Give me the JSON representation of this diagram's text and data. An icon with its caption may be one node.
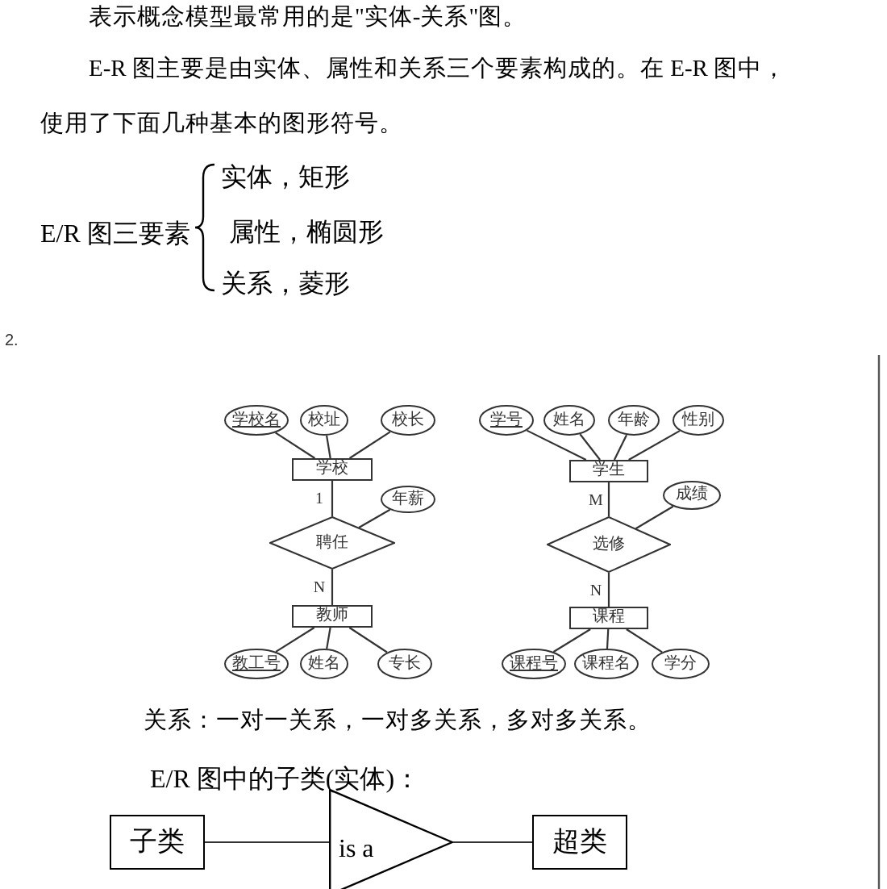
{
  "diagram": {
    "nodes": [
      {
        "text": [
          "学校名"
        ]
      },
      {
        "text": [
          "校址"
        ]
      },
      {
        "text": [
          "校长"
        ]
      },
      {
        "text": [
          "学校"
        ]
      },
      {
        "text": [
          "年薪"
        ]
      },
      {
        "text": [
          "聘任"
        ]
      },
      {
        "text": [
          "教师"
        ]
      },
      {
        "text": [
          "教工号"
        ]
      },
      {
        "text": [
          "姓名"
        ]
      },
      {
        "text": [
          "专长"
        ]
      },
      {
        "text": [
          "学号"
        ]
      },
      {
        "text": [
          "姓名"
        ]
      },
      {
        "text": [
          "年龄"
        ]
      },
      {
        "text": [
          "性别"
        ]
      },
      {
        "text": [
          "学生"
        ]
      },
      {
        "text": [
          "成绩"
        ]
      },
      {
        "text": [
          "选修"
        ]
      },
      {
        "text": [
          "课程"
        ]
      },
      {
        "text": [
          "课程号"
        ]
      },
      {
        "text": [
          "课程名"
        ]
      },
      {
        "text": [
          "学分"
        ]
      },
      {
        "text": [
          "子类"
        ]
      },
      {
        "text": [
          "is a"
        ]
      },
      {
        "text": [
          "超类"
        ]
      }
    ],
    "edges": [
      {
        "from": 0,
        "to": 3,
        "arrow": "none"
      },
      {
        "from": 1,
        "to": 3,
        "arrow": "none"
      },
      {
        "from": 2,
        "to": 3,
        "arrow": "none"
      },
      {
        "from": 3,
        "to": 5,
        "arrow": "none",
        "label": "1"
      },
      {
        "from": 4,
        "to": 5,
        "arrow": "none"
      },
      {
        "from": 5,
        "to": 6,
        "arrow": "none",
        "label": "N"
      },
      {
        "from": 6,
        "to": 7,
        "arrow": "none"
      },
      {
        "from": 6,
        "to": 8,
        "arrow": "none"
      },
      {
        "from": 6,
        "to": 9,
        "arrow": "none"
      },
      {
        "from": 10,
        "to": 14,
        "arrow": "none"
      },
      {
        "from": 11,
        "to": 14,
        "arrow": "none"
      },
      {
        "from": 12,
        "to": 14,
        "arrow": "none"
      },
      {
        "from": 13,
        "to": 14,
        "arrow": "none"
      },
      {
        "from": 14,
        "to": 16,
        "arrow": "none",
        "label": "M"
      },
      {
        "from": 15,
        "to": 16,
        "arrow": "none"
      },
      {
        "from": 16,
        "to": 17,
        "arrow": "none",
        "label": "N"
      },
      {
        "from": 17,
        "to": 18,
        "arrow": "none"
      },
      {
        "from": 17,
        "to": 19,
        "arrow": "none"
      },
      {
        "from": 17,
        "to": 20,
        "arrow": "none"
      },
      {
        "from": 21,
        "to": 22,
        "arrow": "none"
      },
      {
        "from": 22,
        "to": 23,
        "arrow": "none"
      }
    ],
    "labels": [
      "表示概念模型最常用的是\"实体-关系\"图。",
      "E-R 图主要是由实体、属性和关系三个要素构成的。在 E-R 图中，使用了下面几种基本的图形符号。",
      "E/R 图三要素",
      "实体，矩形",
      "属性，椭圆形",
      "关系，菱形",
      "2.",
      "关系：一对一关系，一对多关系，多对多关系。",
      "E/R 图中的子类(实体)："
    ]
  }
}
